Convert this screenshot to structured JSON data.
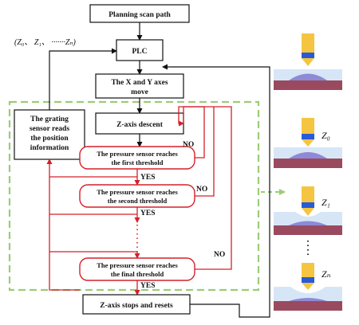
{
  "flow": {
    "plan": "Planning scan path",
    "plc": "PLC",
    "xy_line1": "The X and Y axes",
    "xy_line2": "move",
    "zdesc": "Z-axis descent",
    "grating_line1": "The grating",
    "grating_line2": "sensor reads",
    "grating_line3": "the position",
    "grating_line4": "information",
    "coords": "(Z₀、 Z₁、 ·······Zₙ)",
    "t1_line1": "The pressure sensor reaches",
    "t1_line2": "the first threshold",
    "t2_line1": "The pressure sensor reaches",
    "t2_line2": "the second threshold",
    "tf_line1": "The pressure sensor reaches",
    "tf_line2": "the final threshold",
    "stop": "Z-axis stops and resets",
    "no": "NO",
    "yes": "YES"
  },
  "side_labels": {
    "z0": "Z₀",
    "z1": "Z₁",
    "zn": "Zₙ"
  },
  "colors": {
    "flow_red": "#d4202a",
    "dashed_green": "#9ccc78",
    "probe_yellow": "#f5c542",
    "probe_blue": "#2a5bd6",
    "sample_bg": "#d7e6f7",
    "substrate": "#9a4a5e",
    "bump": "#8e8ad6"
  }
}
